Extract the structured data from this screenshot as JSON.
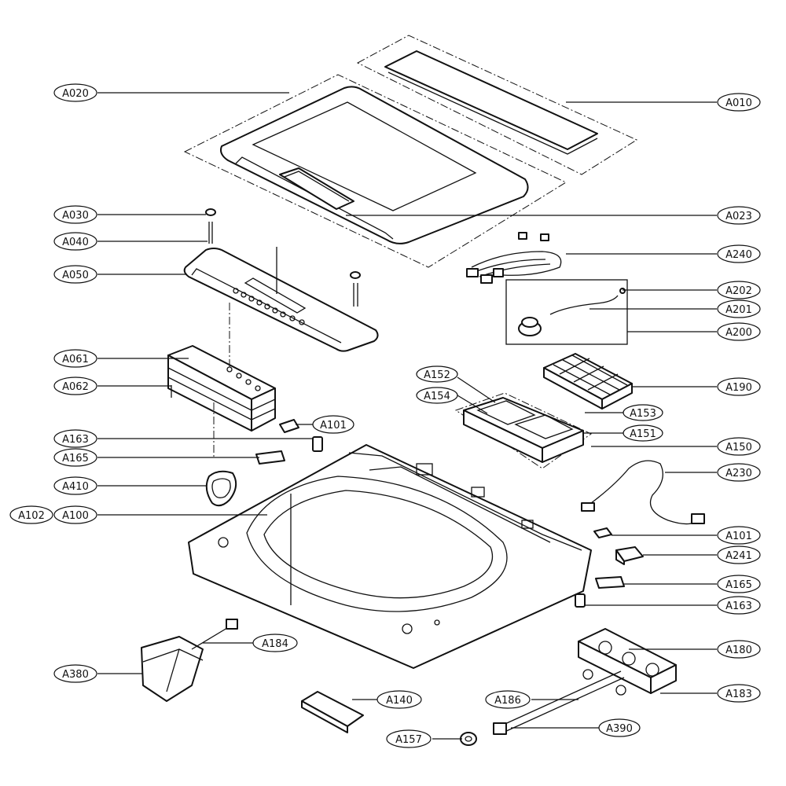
{
  "labels": {
    "a010": "A010",
    "a020": "A020",
    "a023": "A023",
    "a030": "A030",
    "a040": "A040",
    "a050": "A050",
    "a061": "A061",
    "a062": "A062",
    "a100": "A100",
    "a101_left": "A101",
    "a101_right": "A101",
    "a102": "A102",
    "a140": "A140",
    "a150": "A150",
    "a151": "A151",
    "a152": "A152",
    "a153": "A153",
    "a154": "A154",
    "a157": "A157",
    "a163_left": "A163",
    "a163_right": "A163",
    "a165_left": "A165",
    "a165_right": "A165",
    "a180": "A180",
    "a183": "A183",
    "a184": "A184",
    "a186": "A186",
    "a190": "A190",
    "a200": "A200",
    "a201": "A201",
    "a202": "A202",
    "a230": "A230",
    "a240": "A240",
    "a241": "A241",
    "a380": "A380",
    "a390": "A390",
    "a410": "A410"
  }
}
